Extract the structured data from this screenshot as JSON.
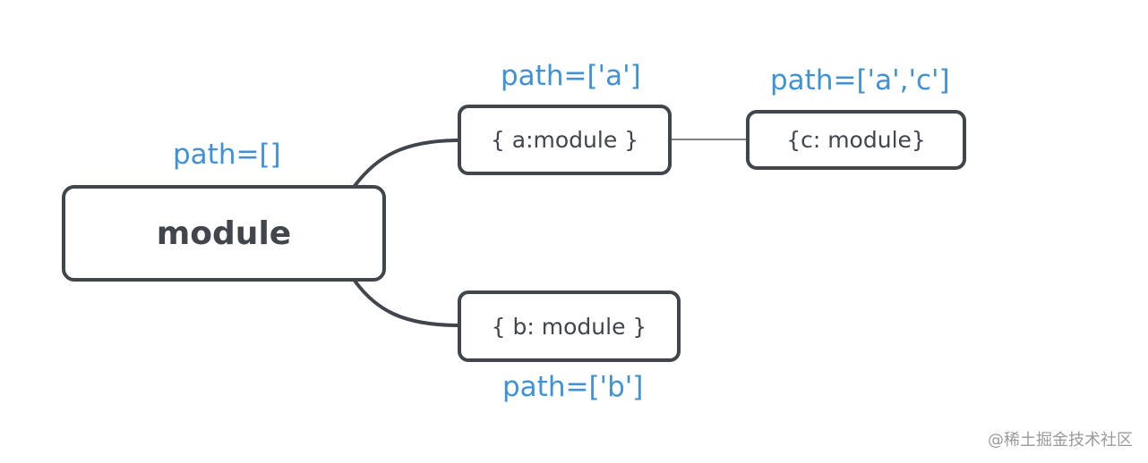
{
  "diagram": {
    "root": {
      "label": "module",
      "path": "path=[]"
    },
    "children": [
      {
        "label": "{ a:module }",
        "path": "path=['a']",
        "children": [
          {
            "label": "{c: module}",
            "path": "path=['a','c']"
          }
        ]
      },
      {
        "label": "{ b: module }",
        "path": "path=['b']"
      }
    ]
  },
  "watermark": "@稀土掘金技术社区",
  "colors": {
    "node_border": "#41464c",
    "node_text": "#41464c",
    "path_label": "#3f92d6",
    "connector_thick": "#41464c",
    "connector_thin": "#595959",
    "watermark": "#9a9a9a"
  }
}
